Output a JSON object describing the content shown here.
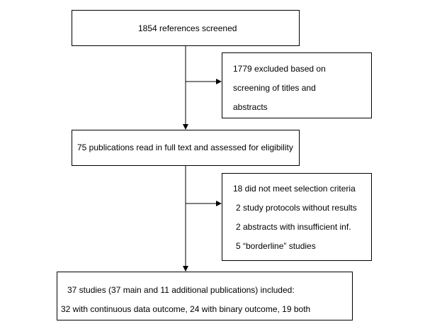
{
  "flowchart": {
    "screened": {
      "text": "1854 references screened"
    },
    "excluded_titles": {
      "lines": [
        "1779 excluded based on",
        "screening of titles and",
        "abstracts"
      ]
    },
    "full_text": {
      "text": "75 publications read in full text and assessed for eligibility"
    },
    "not_met": {
      "lines": [
        "18 did not meet selection criteria",
        "2 study protocols without results",
        "2 abstracts with insufficient inf.",
        "5 “borderline” studies"
      ]
    },
    "included": {
      "lines": [
        "37 studies (37 main and 11 additional publications) included:",
        "32 with continuous data outcome, 24 with binary outcome, 19 both"
      ]
    }
  }
}
